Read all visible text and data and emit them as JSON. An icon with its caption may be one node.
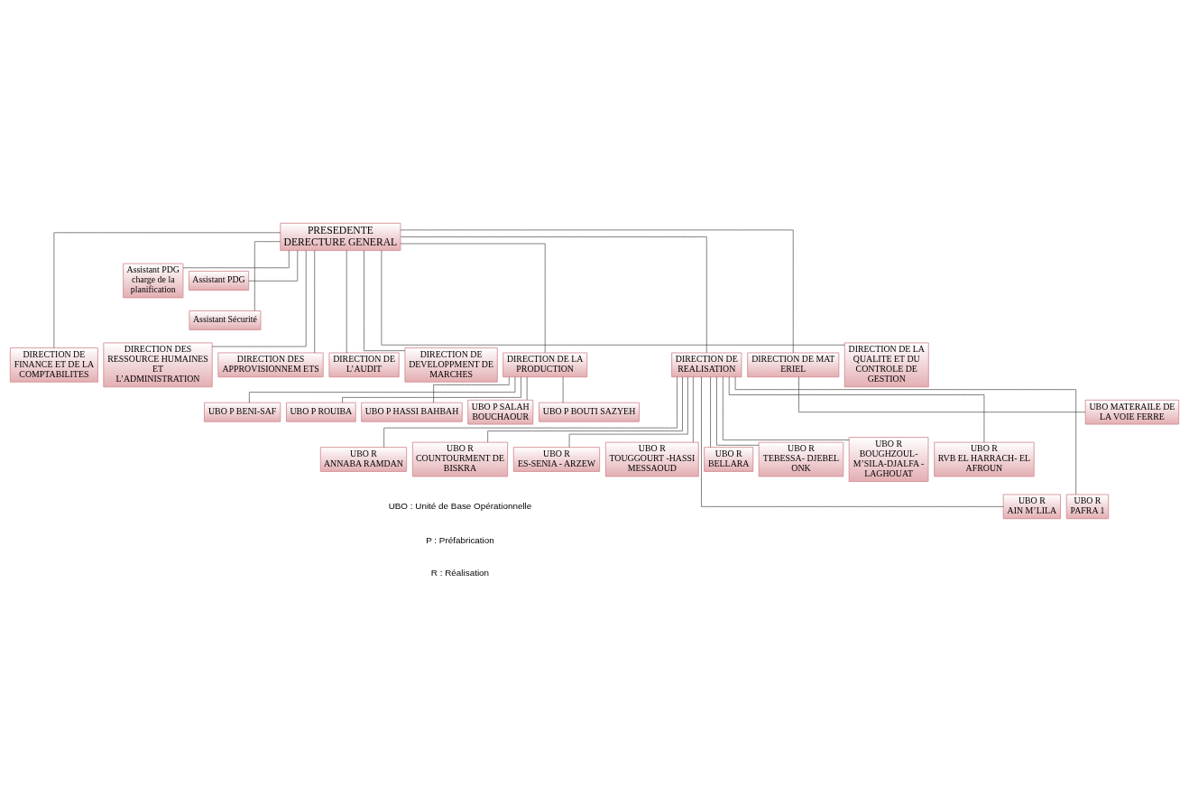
{
  "diagram": {
    "nodes": [
      {
        "text": [
          "PRESEDENTE DERECTURE GENERAL"
        ]
      },
      {
        "text": [
          "Assistant PDG charge de la planification"
        ]
      },
      {
        "text": [
          "Assistant PDG"
        ]
      },
      {
        "text": [
          "Assistant Sécurité"
        ]
      },
      {
        "text": [
          "DIRECTION DE FINANCE ET DE LA COMPTABILITES"
        ]
      },
      {
        "text": [
          "DIRECTION DES RESSOURCE HUMAINES ET L’ADMINISTRATION"
        ]
      },
      {
        "text": [
          "DIRECTION DES APPROVISIONNEM ETS"
        ]
      },
      {
        "text": [
          "DIRECTION DE L’AUDIT"
        ]
      },
      {
        "text": [
          "DIRECTION DE DEVELOPPMENT DE MARCHES"
        ]
      },
      {
        "text": [
          "DIRECTION DE LA PRODUCTION"
        ]
      },
      {
        "text": [
          "DIRECTION DE REALISATION"
        ]
      },
      {
        "text": [
          "DIRECTION DE MAT ERIEL"
        ]
      },
      {
        "text": [
          "DIRECTION DE LA QUALITE ET DU CONTROLE DE GESTION"
        ]
      },
      {
        "text": [
          "UBO P BENI-SAF"
        ]
      },
      {
        "text": [
          "UBO P ROUIBA"
        ]
      },
      {
        "text": [
          "UBO P HASSI BAHBAH"
        ]
      },
      {
        "text": [
          "UBO P SALAH BOUCHAOUR"
        ]
      },
      {
        "text": [
          "UBO P BOUTI SAZYEH"
        ]
      },
      {
        "text": [
          "UBO MATERAILE DE LA VOIE FERRE"
        ]
      },
      {
        "text": [
          "UBO R",
          "ANNABA RAMDAN"
        ]
      },
      {
        "text": [
          "UBO R",
          "COUNTOURMENT DE BISKRA"
        ]
      },
      {
        "text": [
          "UBO R",
          "ES-SENIA - ARZEW"
        ]
      },
      {
        "text": [
          "UBO R",
          "TOUGGOURT -HASSI MESSAOUD"
        ]
      },
      {
        "text": [
          "UBO R",
          "BELLARA"
        ]
      },
      {
        "text": [
          "UBO R",
          "TEBESSA- DJEBEL ONK"
        ]
      },
      {
        "text": [
          "UBO R",
          "BOUGHZOUL- M’SILA-DJALFA - LAGHOUAT"
        ]
      },
      {
        "text": [
          "UBO R",
          "RVB EL HARRACH- EL AFROUN"
        ]
      },
      {
        "text": [
          "UBO R",
          "AIN M’LILA"
        ]
      },
      {
        "text": [
          "UBO R",
          "PAFRA 1"
        ]
      }
    ],
    "edges": [
      {
        "from": 0,
        "to": 1,
        "arrow": "none"
      },
      {
        "from": 0,
        "to": 2,
        "arrow": "none"
      },
      {
        "from": 0,
        "to": 3,
        "arrow": "none"
      },
      {
        "from": 0,
        "to": 4,
        "arrow": "none"
      },
      {
        "from": 0,
        "to": 5,
        "arrow": "none"
      },
      {
        "from": 0,
        "to": 6,
        "arrow": "none"
      },
      {
        "from": 0,
        "to": 7,
        "arrow": "none"
      },
      {
        "from": 0,
        "to": 8,
        "arrow": "none"
      },
      {
        "from": 0,
        "to": 9,
        "arrow": "none"
      },
      {
        "from": 0,
        "to": 10,
        "arrow": "none"
      },
      {
        "from": 0,
        "to": 11,
        "arrow": "none"
      },
      {
        "from": 0,
        "to": 12,
        "arrow": "none"
      },
      {
        "from": 9,
        "to": 13,
        "arrow": "none"
      },
      {
        "from": 9,
        "to": 14,
        "arrow": "none"
      },
      {
        "from": 9,
        "to": 15,
        "arrow": "none"
      },
      {
        "from": 9,
        "to": 16,
        "arrow": "none"
      },
      {
        "from": 9,
        "to": 17,
        "arrow": "none"
      },
      {
        "from": 11,
        "to": 18,
        "arrow": "none"
      },
      {
        "from": 10,
        "to": 19,
        "arrow": "none"
      },
      {
        "from": 10,
        "to": 20,
        "arrow": "none"
      },
      {
        "from": 10,
        "to": 21,
        "arrow": "none"
      },
      {
        "from": 10,
        "to": 22,
        "arrow": "none"
      },
      {
        "from": 10,
        "to": 23,
        "arrow": "none"
      },
      {
        "from": 10,
        "to": 27,
        "arrow": "none"
      },
      {
        "from": 10,
        "to": 24,
        "arrow": "none"
      },
      {
        "from": 10,
        "to": 28,
        "arrow": "none"
      },
      {
        "from": 10,
        "to": 25,
        "arrow": "none"
      },
      {
        "from": 10,
        "to": 26,
        "arrow": "none"
      }
    ],
    "labels": [
      "UBO : Unité de Base Opérationnelle",
      "P : Préfabrication",
      "R : Réalisation"
    ]
  }
}
